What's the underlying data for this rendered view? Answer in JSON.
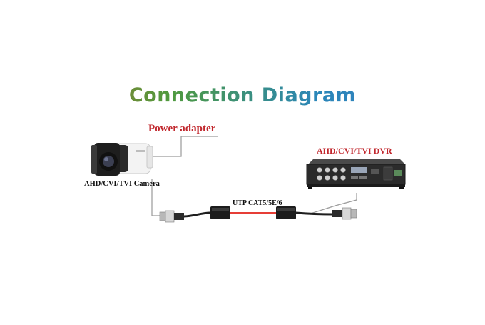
{
  "diagram": {
    "title": "Connection Diagram",
    "labels": {
      "power_adapter": "Power adapter",
      "camera": "AHD/CVI/TVI Camera",
      "dvr": "AHD/CVI/TVI DVR",
      "cable": "UTP CAT5/5E/6"
    },
    "colors": {
      "label_red": "#c1272d",
      "cable_red": "#e2231a",
      "wire_gray": "#8a8a8a",
      "device_dark": "#2b2b2b"
    }
  }
}
